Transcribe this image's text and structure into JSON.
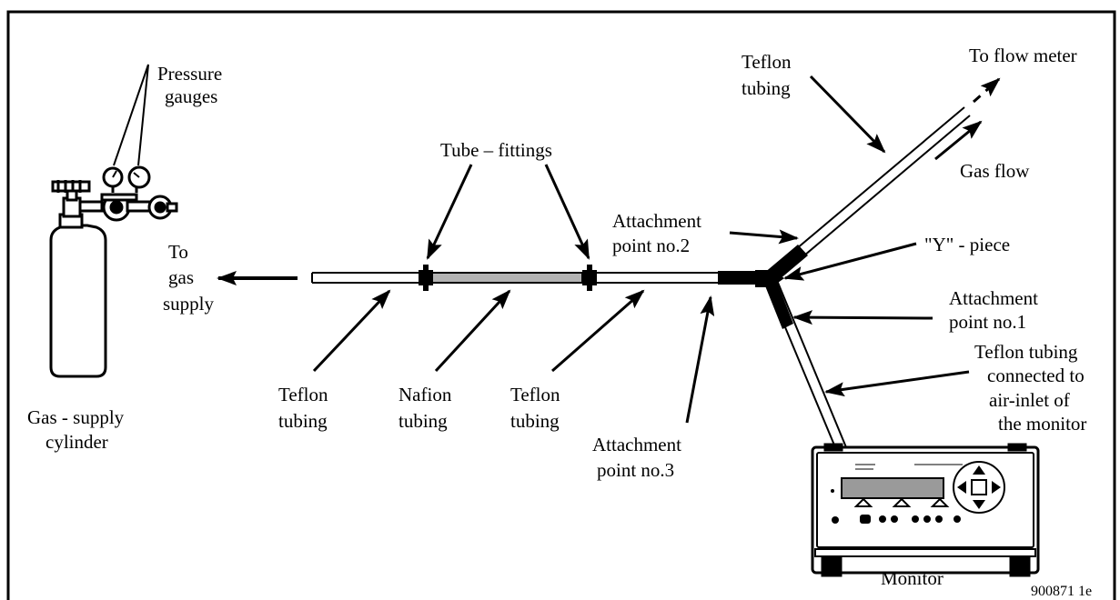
{
  "labels": {
    "pressure_gauges": [
      "Pressure",
      "gauges"
    ],
    "tube_fittings": "Tube – fittings",
    "to_gas_supply": [
      "To",
      "gas",
      "supply"
    ],
    "gas_supply_cylinder": [
      "Gas - supply",
      "cylinder"
    ],
    "teflon_tubing_left": [
      "Teflon",
      "tubing"
    ],
    "nafion_tubing": [
      "Nafion",
      "tubing"
    ],
    "teflon_tubing_mid": [
      "Teflon",
      "tubing"
    ],
    "attachment_point_3": [
      "Attachment",
      "point no.3"
    ],
    "attachment_point_2": [
      "Attachment",
      "point no.2"
    ],
    "teflon_tubing_top": [
      "Teflon",
      "tubing"
    ],
    "to_flow_meter": "To flow meter",
    "gas_flow": "Gas flow",
    "y_piece": "\"Y\" - piece",
    "attachment_point_1": [
      "Attachment",
      "point no.1"
    ],
    "teflon_tubing_monitor": [
      "Teflon tubing",
      "connected to",
      "air-inlet of",
      "the monitor"
    ],
    "monitor": "Monitor",
    "figure_code": "900871  1e"
  },
  "colors": {
    "line": "#000000",
    "nafion_fill": "#b3b3b3",
    "monitor_display": "#9a9a9a"
  },
  "icons": {
    "cylinder": "gas-cylinder-icon",
    "monitor": "gas-monitor-icon"
  }
}
